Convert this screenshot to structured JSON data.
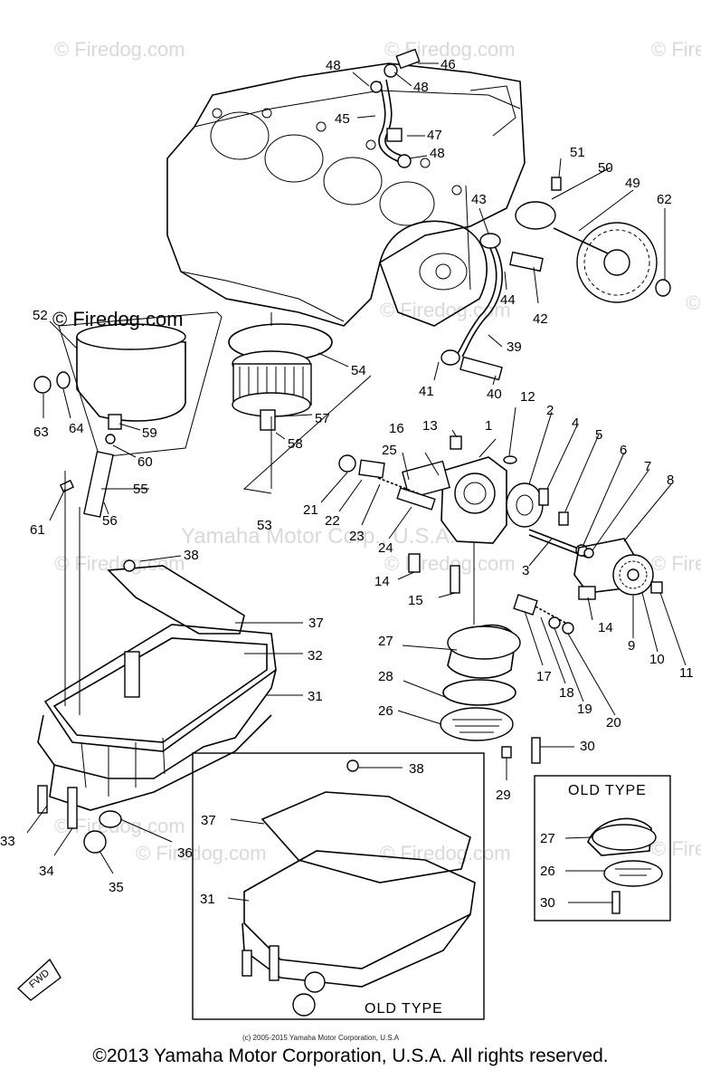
{
  "watermarks": [
    "© Firedog.com",
    "© Firedog.com",
    "© Firedog.com",
    "© Firedog.com",
    "© Firedog.com",
    "© Firedog.com",
    "© Firedog.com",
    "© Firedog.com",
    "© Firedog.com",
    "© Firedog.com",
    "© Firedog.com",
    "© Firedog.com"
  ],
  "center_watermark": "Yamaha Motor Corp., U.S.A.",
  "overlay_watermark": "© Firedog.com",
  "inset_old_type_label": "OLD TYPE",
  "bottom_box_label": "OLD TYPE",
  "fwd_label": "FWD",
  "small_copyright": "(c) 2005-2015 Yamaha Motor Corporation, U.S.A",
  "footer_copyright": "©2013 Yamaha Motor Corporation, U.S.A. All rights reserved.",
  "part_numbers": {
    "p1": "1",
    "p2": "2",
    "p3": "3",
    "p4": "4",
    "p5": "5",
    "p6": "6",
    "p7": "7",
    "p8": "8",
    "p9": "9",
    "p10": "10",
    "p11": "11",
    "p12": "12",
    "p13": "13",
    "p14a": "14",
    "p14b": "14",
    "p15": "15",
    "p16": "16",
    "p17": "17",
    "p18": "18",
    "p19": "19",
    "p20": "20",
    "p21": "21",
    "p22": "22",
    "p23": "23",
    "p24": "24",
    "p25": "25",
    "p26": "26",
    "p27": "27",
    "p28": "28",
    "p29": "29",
    "p30": "30",
    "p31": "31",
    "p32": "32",
    "p33": "33",
    "p34": "34",
    "p35": "35",
    "p36": "36",
    "p37": "37",
    "p38": "38",
    "p39": "39",
    "p40": "40",
    "p41": "41",
    "p42": "42",
    "p43": "43",
    "p44": "44",
    "p45": "45",
    "p46": "46",
    "p47": "47",
    "p48a": "48",
    "p48b": "48",
    "p48c": "48",
    "p49": "49",
    "p50": "50",
    "p51": "51",
    "p52": "52",
    "p53": "53",
    "p54": "54",
    "p55": "55",
    "p56": "56",
    "p57": "57",
    "p58": "58",
    "p59": "59",
    "p60": "60",
    "p61": "61",
    "p62": "62",
    "p63": "63",
    "p64": "64",
    "ob31": "31",
    "ob37": "37",
    "ob38": "38",
    "ot27": "27",
    "ot26": "26",
    "ot30": "30"
  }
}
